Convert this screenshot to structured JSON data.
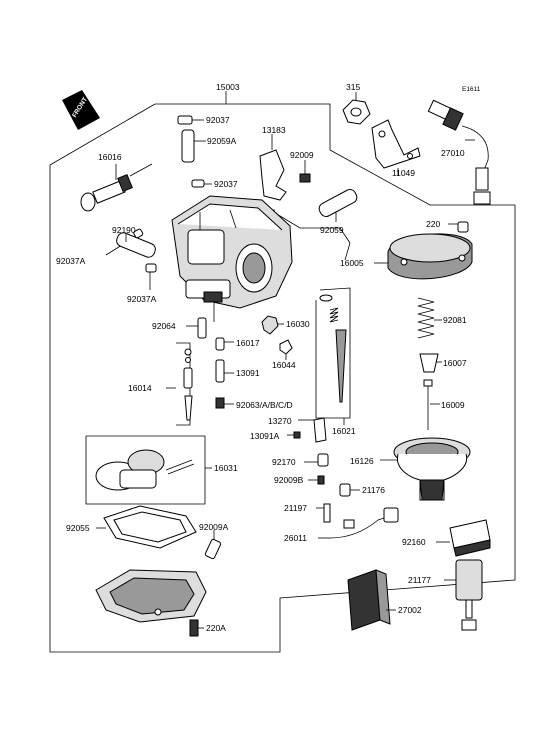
{
  "diagram_code": "E1611",
  "front_label": "FRONT",
  "labels": {
    "p15003": "15003",
    "p315": "315",
    "p92037_top": "92037",
    "p92059A": "92059A",
    "p13183": "13183",
    "p16016": "16016",
    "p92009": "92009",
    "p92037_mid": "92037",
    "p27010": "27010",
    "p11049": "11049",
    "p92190": "92190",
    "p92037A_left": "92037A",
    "p92059": "92059",
    "p220_top": "220",
    "p92037A_mid": "92037A",
    "p16005": "16005",
    "p92064": "92064",
    "p16030": "16030",
    "p92081": "92081",
    "p16017": "16017",
    "p16044": "16044",
    "p16007": "16007",
    "p13091": "13091",
    "p16014": "16014",
    "p16009": "16009",
    "p92063": "92063/A/B/C/D",
    "p16021": "16021",
    "p13270": "13270",
    "p13091A": "13091A",
    "p16126": "16126",
    "p16031": "16031",
    "p92170": "92170",
    "p92009B": "92009B",
    "p21176": "21176",
    "p21197": "21197",
    "p92055": "92055",
    "p92009A": "92009A",
    "p26011": "26011",
    "p92160": "92160",
    "p21177": "21177",
    "p27002": "27002",
    "p220A": "220A"
  }
}
